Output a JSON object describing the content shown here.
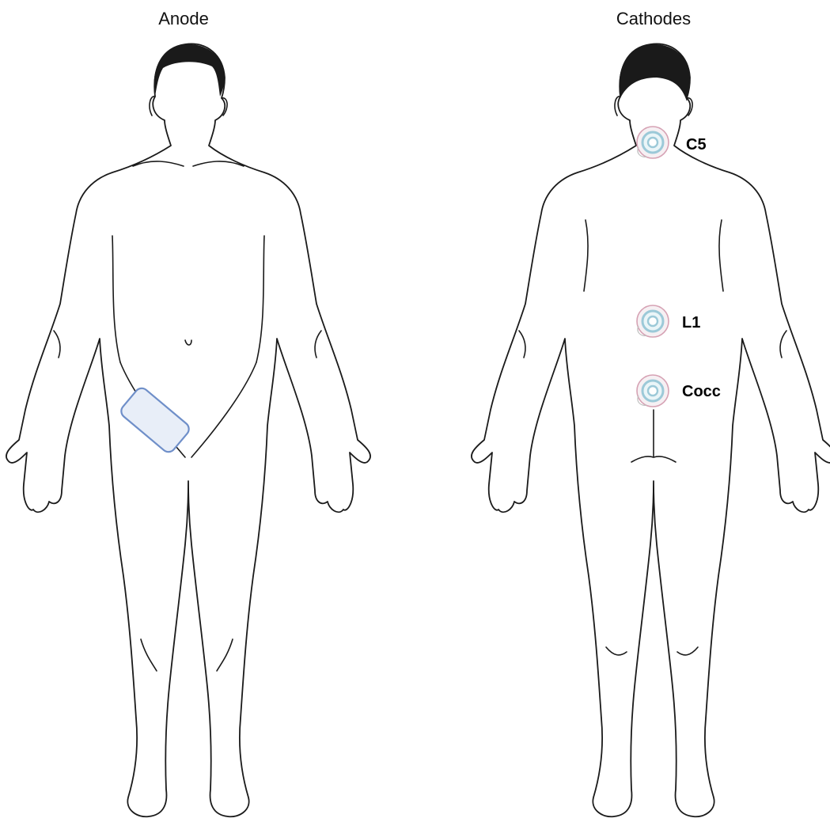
{
  "panels": {
    "anode": {
      "title": "Anode",
      "electrode_icon": "rectangular-pad-electrode"
    },
    "cathodes": {
      "title": "Cathodes",
      "electrode_icon": "round-snap-electrode",
      "sites": [
        {
          "label": "C5"
        },
        {
          "label": "L1"
        },
        {
          "label": "Cocc"
        }
      ]
    }
  },
  "colors": {
    "outline": "#1a1a1a",
    "anode_fill": "#e8eef8",
    "anode_stroke": "#6f8fc9",
    "cathode_ring": "#9cc9d8",
    "cathode_accent": "#d6a2b4"
  }
}
